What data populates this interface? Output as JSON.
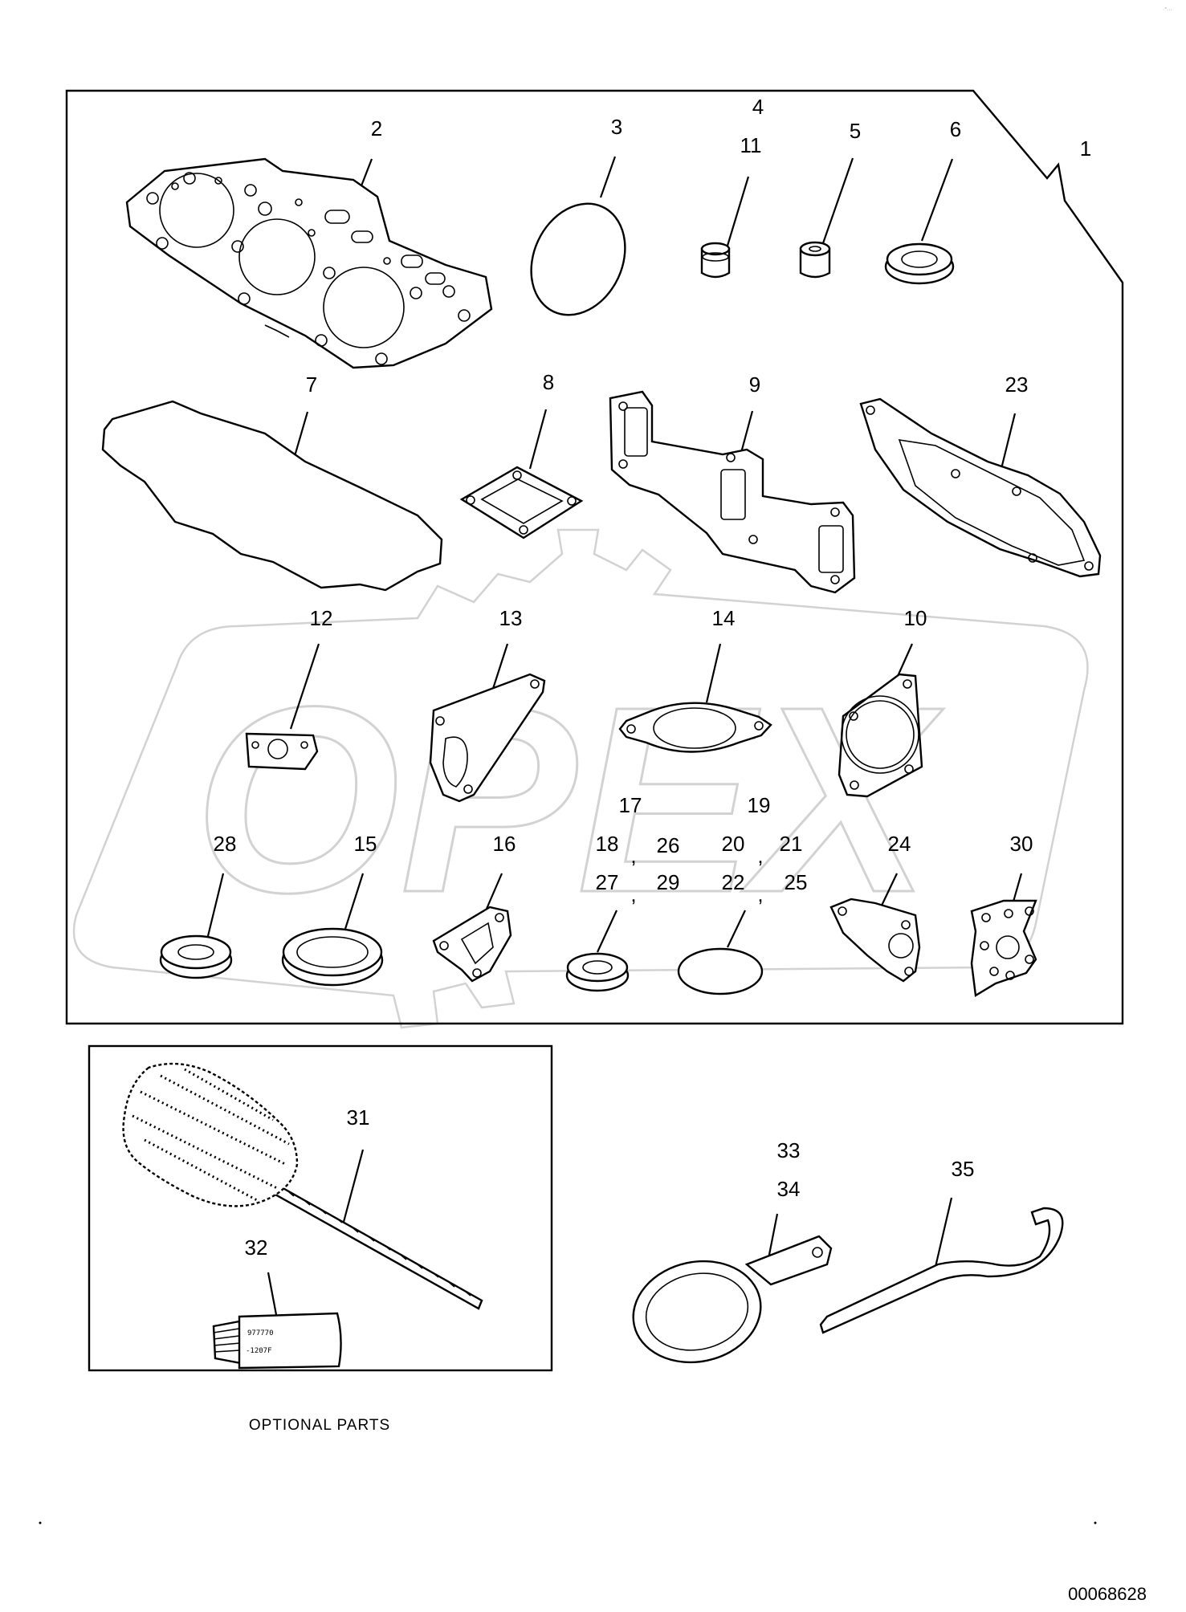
{
  "diagram": {
    "labels": {
      "p1": "1",
      "p2": "2",
      "p3": "3",
      "p4": "4",
      "p5": "5",
      "p6": "6",
      "p7": "7",
      "p8": "8",
      "p9": "9",
      "p10": "10",
      "p11": "11",
      "p12": "12",
      "p13": "13",
      "p14": "14",
      "p15": "15",
      "p16": "16",
      "p17": "17",
      "p18": "18",
      "p19": "19",
      "p20": "20",
      "p21": "21",
      "p22": "22",
      "p23": "23",
      "p24": "24",
      "p25": "25",
      "p26": "26",
      "p27": "27",
      "p28": "28",
      "p29": "29",
      "p30": "30",
      "p31": "31",
      "p32": "32",
      "p33": "33",
      "p34": "34",
      "p35": "35"
    },
    "separators": {
      "comma": ","
    },
    "tube_text": {
      "line1": "977770",
      "line2": "-1207F"
    },
    "optional_caption": "OPTIONAL PARTS",
    "document_id": "00068628",
    "watermark_text": "OPEX"
  }
}
